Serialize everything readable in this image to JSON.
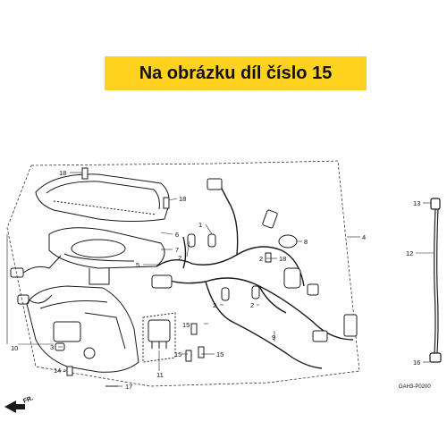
{
  "banner": {
    "text": "Na obrázku díl číslo 15"
  },
  "diagram": {
    "code": "GAH3-P0200",
    "direction": "FR.",
    "part_numbers": [
      "18",
      "18",
      "1",
      "6",
      "7",
      "2",
      "2",
      "8",
      "4",
      "5",
      "18",
      "2",
      "2",
      "10",
      "3",
      "14",
      "15",
      "15",
      "15",
      "11",
      "9",
      "17",
      "13",
      "12",
      "16"
    ]
  },
  "colors": {
    "banner_bg": "#ffd21f",
    "line": "#1a1a1a"
  }
}
